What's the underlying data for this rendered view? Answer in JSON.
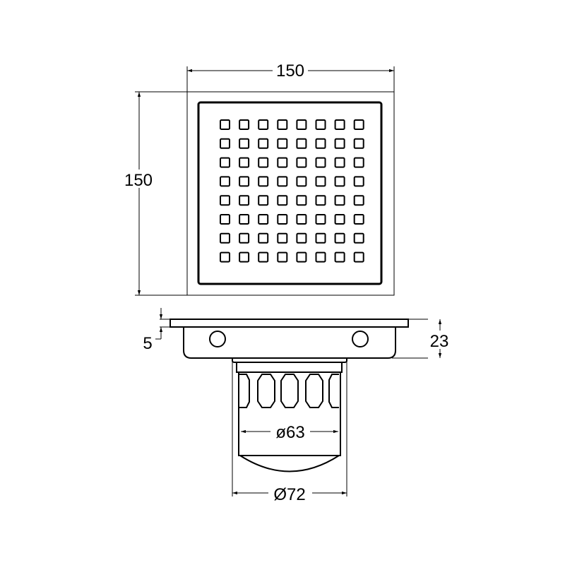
{
  "drawing": {
    "top_view": {
      "width_dim": "150",
      "height_dim": "150",
      "grate_rows": 8,
      "grate_cols": 8
    },
    "side_view": {
      "flange_thickness_dim": "5",
      "body_height_dim": "23",
      "inner_diameter_dim": "ø63",
      "outer_diameter_dim": "Ø72",
      "slot_count_visible": 5
    },
    "colors": {
      "line": "#000000",
      "background": "#ffffff"
    }
  }
}
